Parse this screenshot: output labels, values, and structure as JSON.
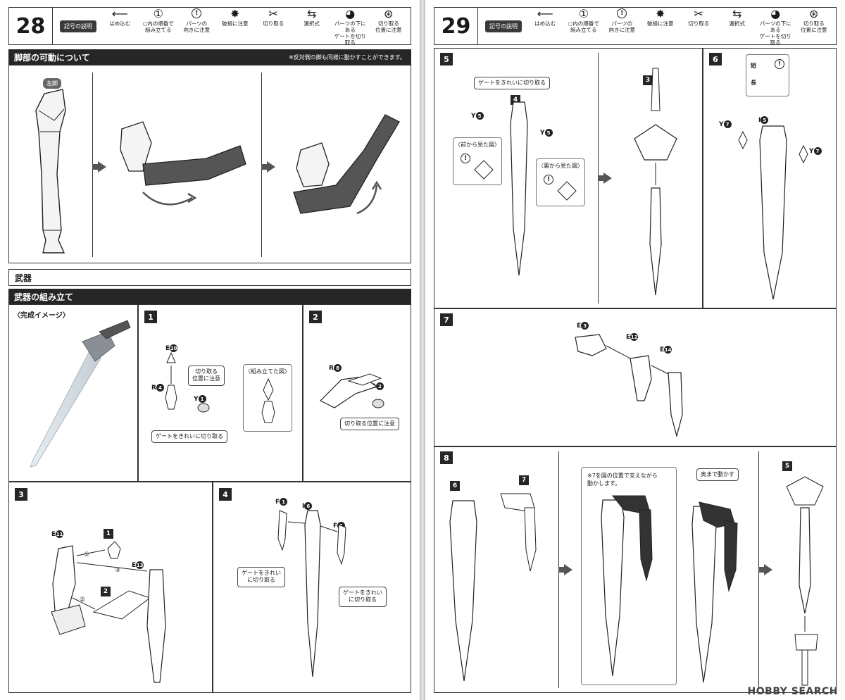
{
  "legend": {
    "title": "記号の説明",
    "items": [
      {
        "icon": "arrow-left-icon",
        "text": "はめ込む"
      },
      {
        "icon": "circled-one-icon",
        "text": "○内の順番で\n組み立てる"
      },
      {
        "icon": "warning-icon",
        "text": "パーツの\n向きに注意"
      },
      {
        "icon": "breakage-icon",
        "text": "破損に注意"
      },
      {
        "icon": "cut-icon",
        "text": "切り取る"
      },
      {
        "icon": "select-icon",
        "text": "選択式"
      },
      {
        "icon": "under-gate-icon",
        "text": "パーツの下にある\nゲートを切り取る"
      },
      {
        "icon": "cut-position-icon",
        "text": "切り取る\n位置に注意"
      }
    ]
  },
  "left": {
    "page_number": "28",
    "leg_section": {
      "title": "脚部の可動について",
      "note": "※反対側の脚も同様に動かすことができます。",
      "badge": "左脚"
    },
    "weapon_title": "武器",
    "weapon_assembly_title": "武器の組み立て",
    "completed_image": "〈完成イメージ〉",
    "step1": {
      "num": "1",
      "e_label": "E",
      "e_part": "20",
      "r_label": "R",
      "r_part": "4",
      "y_label": "Y",
      "y_part": "1",
      "callout_position": "切り取る\n位置に注意",
      "callout_gate": "ゲートをきれいに切り取る",
      "assembled_caption": "〈組み立てた図〉"
    },
    "step2": {
      "num": "2",
      "r1_label": "R",
      "r1_part": "8",
      "r2_label": "R",
      "r2_part": "2",
      "callout": "切り取る位置に注意"
    },
    "step3": {
      "num": "3",
      "e1_label": "E",
      "e1_part": "11",
      "e2_label": "E",
      "e2_part": "13",
      "ref1": "1",
      "ref2": "2",
      "order1": "①",
      "order2": "②",
      "order3": "③"
    },
    "step4": {
      "num": "4",
      "f_label": "F",
      "f_part": "1",
      "i_label": "I",
      "i_part": "6",
      "callout_a": "ゲートをきれい\nに切り取る",
      "callout_b": "ゲートをきれい\nに切り取る"
    }
  },
  "right": {
    "page_number": "29",
    "step5": {
      "num": "5",
      "callout_top": "ゲートをきれいに切り取る",
      "ref": "4",
      "y_label": "Y",
      "y_part": "5",
      "front_view": "〈前から見た図〉",
      "back_view": "〈裏から見た図〉",
      "ref_assembled": "3"
    },
    "step6": {
      "num": "6",
      "short": "短",
      "long": "長",
      "y_label": "Y",
      "y_part": "7",
      "i_label": "I",
      "i_part": "5"
    },
    "step7": {
      "num": "7",
      "e1_label": "E",
      "e1_part": "3",
      "e2_label": "E",
      "e2_part": "12",
      "e3_label": "E",
      "e3_part": "14"
    },
    "step8": {
      "num": "8",
      "ref_a": "6",
      "ref_b": "7",
      "note": "※7を図の位置で支えながら\n動かします。",
      "push_callout": "奥まで動かす",
      "ref_c": "5"
    },
    "watermark": "HOBBY SEARCH"
  }
}
